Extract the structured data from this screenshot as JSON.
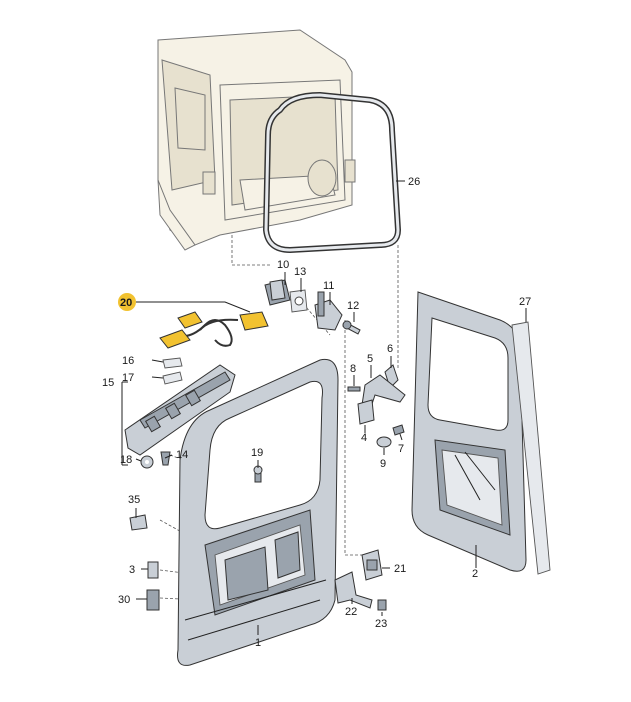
{
  "diagram": {
    "highlight_color": "#f2c230",
    "part_fill": "#c9cfd6",
    "callouts": [
      {
        "id": "c26",
        "label": "26"
      },
      {
        "id": "c10",
        "label": "10"
      },
      {
        "id": "c13",
        "label": "13"
      },
      {
        "id": "c11",
        "label": "11"
      },
      {
        "id": "c12",
        "label": "12"
      },
      {
        "id": "c20",
        "label": "20",
        "highlighted": true
      },
      {
        "id": "c27",
        "label": "27"
      },
      {
        "id": "c16",
        "label": "16"
      },
      {
        "id": "c17",
        "label": "17"
      },
      {
        "id": "c15",
        "label": "15"
      },
      {
        "id": "c6",
        "label": "6"
      },
      {
        "id": "c5",
        "label": "5"
      },
      {
        "id": "c8",
        "label": "8"
      },
      {
        "id": "c4",
        "label": "4"
      },
      {
        "id": "c7",
        "label": "7"
      },
      {
        "id": "c9",
        "label": "9"
      },
      {
        "id": "c14",
        "label": "14"
      },
      {
        "id": "c18",
        "label": "18"
      },
      {
        "id": "c19",
        "label": "19"
      },
      {
        "id": "c35",
        "label": "35"
      },
      {
        "id": "c3",
        "label": "3"
      },
      {
        "id": "c30",
        "label": "30"
      },
      {
        "id": "c21",
        "label": "21"
      },
      {
        "id": "c22",
        "label": "22"
      },
      {
        "id": "c23",
        "label": "23"
      },
      {
        "id": "c1",
        "label": "1"
      },
      {
        "id": "c2",
        "label": "2"
      }
    ]
  }
}
